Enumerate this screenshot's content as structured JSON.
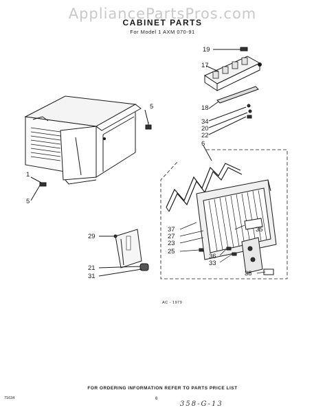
{
  "watermark": "AppliancePartsPros.com",
  "title": "CABINET PARTS",
  "subtitle": "For Model 1 AXM  070-91",
  "figure_code": "AC - 1979",
  "order_note": "FOR ORDERING INFORMATION REFER TO PARTS PRICE LIST",
  "code_left": "71634",
  "page_number": "6",
  "handwritten_note": "358-G-13",
  "callouts": {
    "c19": "19",
    "c17": "17",
    "c18": "18",
    "c34": "34",
    "c20": "20",
    "c22": "22",
    "c6": "6",
    "c5a": "5",
    "c1": "1",
    "c5b": "5",
    "c37": "37",
    "c27": "27",
    "c23": "23",
    "c25": "25",
    "c35": "35",
    "c36": "36",
    "c33": "33",
    "c38": "38",
    "c29": "29",
    "c21": "21",
    "c31": "31"
  }
}
